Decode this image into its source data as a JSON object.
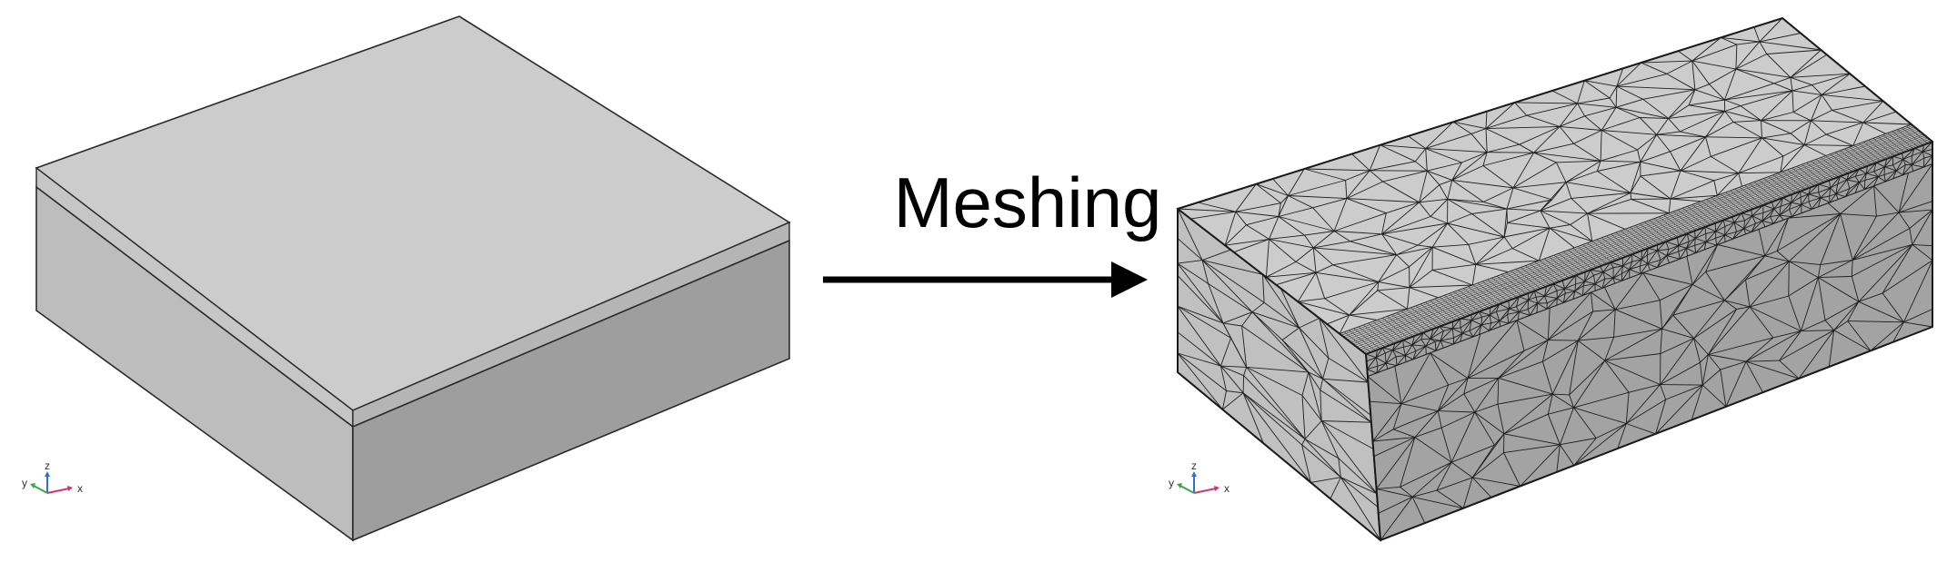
{
  "arrow_label": "Meshing",
  "left_view": {
    "name": "geometry-box",
    "axis_labels": {
      "x": "x",
      "y": "y",
      "z": "z"
    }
  },
  "right_view": {
    "name": "meshed-box",
    "axis_labels": {
      "x": "x",
      "y": "y",
      "z": "z"
    }
  },
  "colors": {
    "top_face": "#cccccc",
    "left_face": "#bdbdbd",
    "front_face": "#9e9e9e",
    "edge": "#2a2a2a",
    "mesh_line": "#1e1e1e",
    "arrow": "#000000",
    "axis_x": "#d6336c",
    "axis_y": "#3aa84a",
    "axis_z": "#2f6fd6"
  }
}
